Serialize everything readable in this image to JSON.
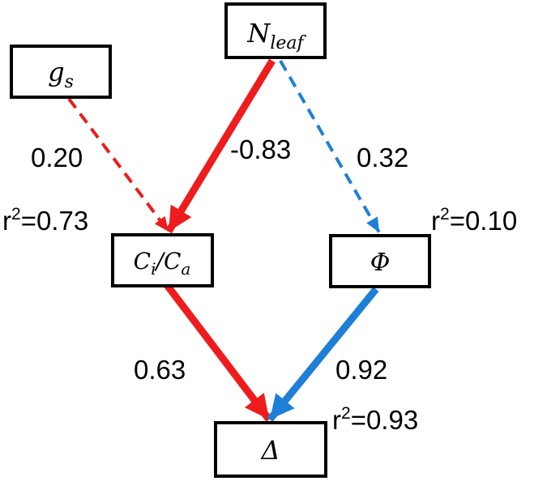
{
  "nodes": {
    "nleaf": {
      "main": "N",
      "sub": "leaf"
    },
    "gs": {
      "main": "g",
      "sub": "s"
    },
    "cica": {
      "c1": "C",
      "c1sub": "i",
      "slash": "/",
      "c2": "C",
      "c2sub": "a"
    },
    "phi": {
      "main": "Φ"
    },
    "delta": {
      "main": "Δ"
    }
  },
  "paths": {
    "gs_to_cica": {
      "coef": "0.20"
    },
    "nleaf_to_cica": {
      "coef": "-0.83"
    },
    "nleaf_to_phi": {
      "coef": "0.32"
    },
    "cica_to_delta": {
      "coef": "0.63"
    },
    "phi_to_delta": {
      "coef": "0.92"
    }
  },
  "r_squared": {
    "cica": {
      "prefix": "r",
      "sup": "2",
      "value": "=0.73"
    },
    "phi": {
      "prefix": "r",
      "sup": "2",
      "value": "=0.10"
    },
    "delta": {
      "prefix": "r",
      "sup": "2",
      "value": "=0.93"
    }
  },
  "colors": {
    "negative": "#ee1c1c",
    "positive": "#1e7fd6",
    "box_stroke": "#000000"
  }
}
